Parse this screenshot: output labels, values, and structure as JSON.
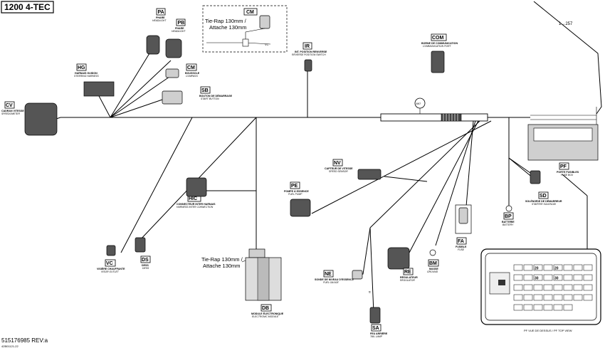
{
  "title": "1200 4-TEC",
  "part_number": "515176985 REV:a",
  "drawing_ref": "42B01121-22",
  "ref_arrow": "1→257",
  "ref_circle": "897",
  "tie_rap_box": {
    "line1": "Tie-Rap 130mm /",
    "line2": "Attache 130mm",
    "code": "CM",
    "vc": "VC"
  },
  "tie_rap_lower": {
    "line1": "Tie-Rap 130mm /",
    "line2": "Attache 130mm"
  },
  "fuse_box_caption": "PF VUE DE DESSUS / PF TOP VIEW",
  "fuse_box_labels": [
    "20",
    "20",
    "30",
    "30"
  ],
  "connectors": {
    "PA": {
      "code": "PA",
      "fr": "PHARE",
      "en": "HEADLIGHT"
    },
    "PB": {
      "code": "PB",
      "fr": "PHARE",
      "en": "HEADLIGHT"
    },
    "HG": {
      "code": "HG",
      "fr": "HARNAIS GUIDON",
      "en": "STEERING HARNESS"
    },
    "CM": {
      "code": "CM",
      "fr": "BOUSSOLE",
      "en": "COMPASS"
    },
    "SB": {
      "code": "SB",
      "fr": "BOUTON DE DÉMARRAGE",
      "en": "START BUTTON"
    },
    "CV": {
      "code": "CV",
      "fr": "CADRAN VITESSE",
      "en": "SPEEDOMETER"
    },
    "IR": {
      "code": "IR",
      "fr": "INT. POSITION RENVERSE",
      "en": "REVERSE POSITION SWITCH"
    },
    "COM": {
      "code": "COM",
      "fr": "BORNE DE COMMUNICATION",
      "en": "COMMUNICATION PORT"
    },
    "HIC": {
      "code": "HIC",
      "fr": "CONNECTEUR INTER HARNAIS",
      "en": "HARNESS INTER CONNECTION"
    },
    "NV": {
      "code": "NV",
      "fr": "CAPTEUR DE VITESSE",
      "en": "SPEED SENSOR"
    },
    "PE": {
      "code": "PE",
      "fr": "POMPE À ESSENCE",
      "en": "FUEL PUMP"
    },
    "PF": {
      "code": "PF",
      "fr": "PORTE FUSIBLES",
      "en": "FUSE BOX"
    },
    "SD": {
      "code": "SD",
      "fr": "SOLÉNOÏDE DE DÉMARREUR",
      "en": "STARTER SOLENOID"
    },
    "BP": {
      "code": "BP",
      "fr": "BATTERIE",
      "en": "BATTERY"
    },
    "FA": {
      "code": "FA",
      "fr": "FUSIBLE",
      "en": "FUSE"
    },
    "BM": {
      "code": "BM",
      "fr": "MASSE",
      "en": "GROUND"
    },
    "RE": {
      "code": "RE",
      "fr": "RÉGULATEUR",
      "en": "REGULATOR"
    },
    "NE": {
      "code": "NE",
      "fr": "SONDE DE NIVEAU D'ESSENCE",
      "en": "FUEL GAUGE"
    },
    "SA": {
      "code": "SA",
      "fr": "FEU ARRIÈRE",
      "en": "TAIL LAMP"
    },
    "DB": {
      "code": "DB",
      "fr": "MODULE ÉLECTRONIQUE",
      "en": "ELECTRONIC MODULE"
    },
    "VC": {
      "code": "VC",
      "fr": "VISIÈRE CHAUFFANTE",
      "en": "VISOR OUTLET"
    },
    "DS": {
      "code": "DS",
      "fr": "DESS",
      "en": "DESS"
    }
  }
}
